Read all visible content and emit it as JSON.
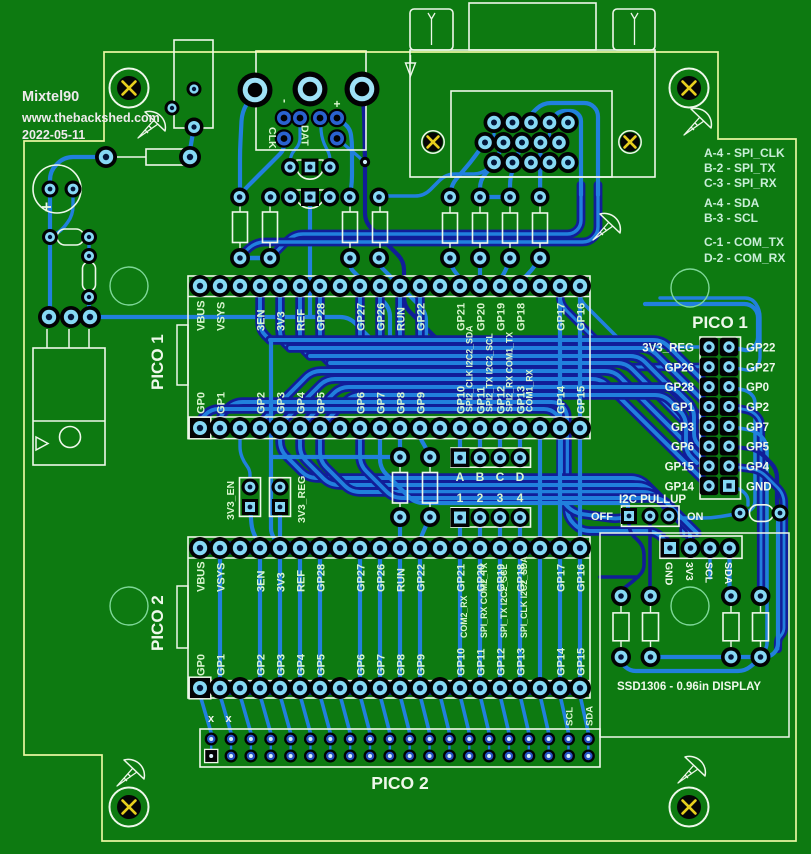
{
  "title_block": {
    "author": "Mixtel90",
    "website": "www.thebackshed.com",
    "date": "2022-05-11"
  },
  "net_table": {
    "group1": [
      "A-4 - SPI_CLK",
      "B-2 - SPI_TX",
      "C-3 - SPI_RX"
    ],
    "group2": [
      "A-4 - SDA",
      "B-3 - SCL"
    ],
    "group3": [
      "C-1 - COM_TX",
      "D-2 - COM_RX"
    ]
  },
  "pico1": {
    "title": "PICO 1",
    "top_row": [
      "VBUS",
      "VSYS",
      "",
      "3EN",
      "3V3",
      "REF",
      "GP28",
      "",
      "GP27",
      "GP26",
      "RUN",
      "GP22",
      "",
      "GP21",
      "GP20",
      "GP19",
      "GP18",
      "",
      "GP17",
      "GP16"
    ],
    "bottom_row": [
      "GP0",
      "GP1",
      "",
      "GP2",
      "GP3",
      "GP4",
      "GP5",
      "",
      "GP6",
      "GP7",
      "GP8",
      "GP9",
      "",
      "GP10",
      "GP11",
      "GP12",
      "GP13",
      "",
      "GP14",
      "GP15"
    ],
    "bottom_extra": [
      "SPI2_CLK I2C2_SDA",
      "SPI2_TX I2C2_SCL",
      "SPI2_RX COM1_TX",
      "COM1_RX"
    ]
  },
  "pico2": {
    "title": "PICO 2",
    "top_row": [
      "VBUS",
      "VSYS",
      "",
      "3EN",
      "3V3",
      "REF",
      "GP28",
      "",
      "GP27",
      "GP26",
      "RUN",
      "GP22",
      "",
      "GP21",
      "GP20",
      "GP19",
      "GP18",
      "",
      "GP17",
      "GP16"
    ],
    "bottom_row": [
      "GP0",
      "GP1",
      "",
      "GP2",
      "GP3",
      "GP4",
      "GP5",
      "",
      "GP6",
      "GP7",
      "GP8",
      "GP9",
      "",
      "GP10",
      "GP11",
      "GP12",
      "GP13",
      "",
      "GP14",
      "GP15"
    ],
    "bottom_extra": [
      "COM2_RX",
      "SPI_RX COM2_TX",
      "SPI_TX I2C2_SCL",
      "SPI_CLK I2C2_SDA"
    ]
  },
  "breakout": {
    "title": "PICO 1",
    "left_labels": [
      "3V3_REG",
      "GP26",
      "GP28",
      "GP1",
      "GP3",
      "GP6",
      "GP15",
      "GP14"
    ],
    "right_labels": [
      "GP22",
      "GP27",
      "GP0",
      "GP2",
      "GP7",
      "GP5",
      "GP4",
      "GND"
    ]
  },
  "jumpers": {
    "i2c_pullup": "I2C PULLUP",
    "off": "OFF",
    "on": "ON",
    "en": "3V3_EN",
    "reg": "3V3_REG",
    "abcd": [
      "A",
      "B",
      "C",
      "D"
    ],
    "numbers": [
      "1",
      "2",
      "3",
      "4"
    ]
  },
  "display": {
    "header_labels": [
      "GND",
      "3V3",
      "SCL",
      "SDA"
    ],
    "caption": "SSD1306 - 0.96in DISPLAY"
  },
  "bottom_header": {
    "title": "PICO 2",
    "scl": "SCL",
    "sda": "SDA",
    "x_marks": [
      "x",
      "x"
    ]
  },
  "top_connector": {
    "clk": "CLK",
    "dat": "DAT",
    "minus": "-",
    "plus": "+"
  },
  "colors": {
    "board_green": "#0d7a11",
    "outline": "#e7f6a0",
    "silkscreen": "#eef8ea",
    "trace_blue": "#2180dd",
    "trace_navy": "#111d98",
    "pad_cyan": "#86d9f5",
    "pad_blue_ring": "#2a62d0",
    "yellow_x": "#e7cf1d",
    "thin_circle": "#7ed898"
  }
}
